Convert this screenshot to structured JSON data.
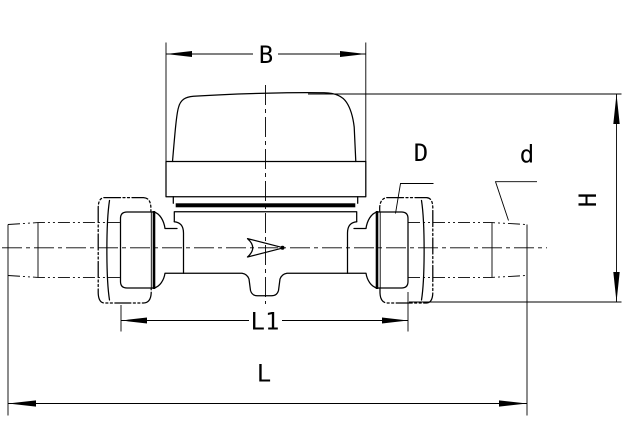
{
  "drawing": {
    "background_color": "#ffffff",
    "line_color": "#000000",
    "dimension_labels": {
      "register_width": "B",
      "nut_diameter": "D",
      "connector_diameter": "d",
      "overall_height": "H",
      "body_length": "L1",
      "overall_length": "L"
    }
  }
}
